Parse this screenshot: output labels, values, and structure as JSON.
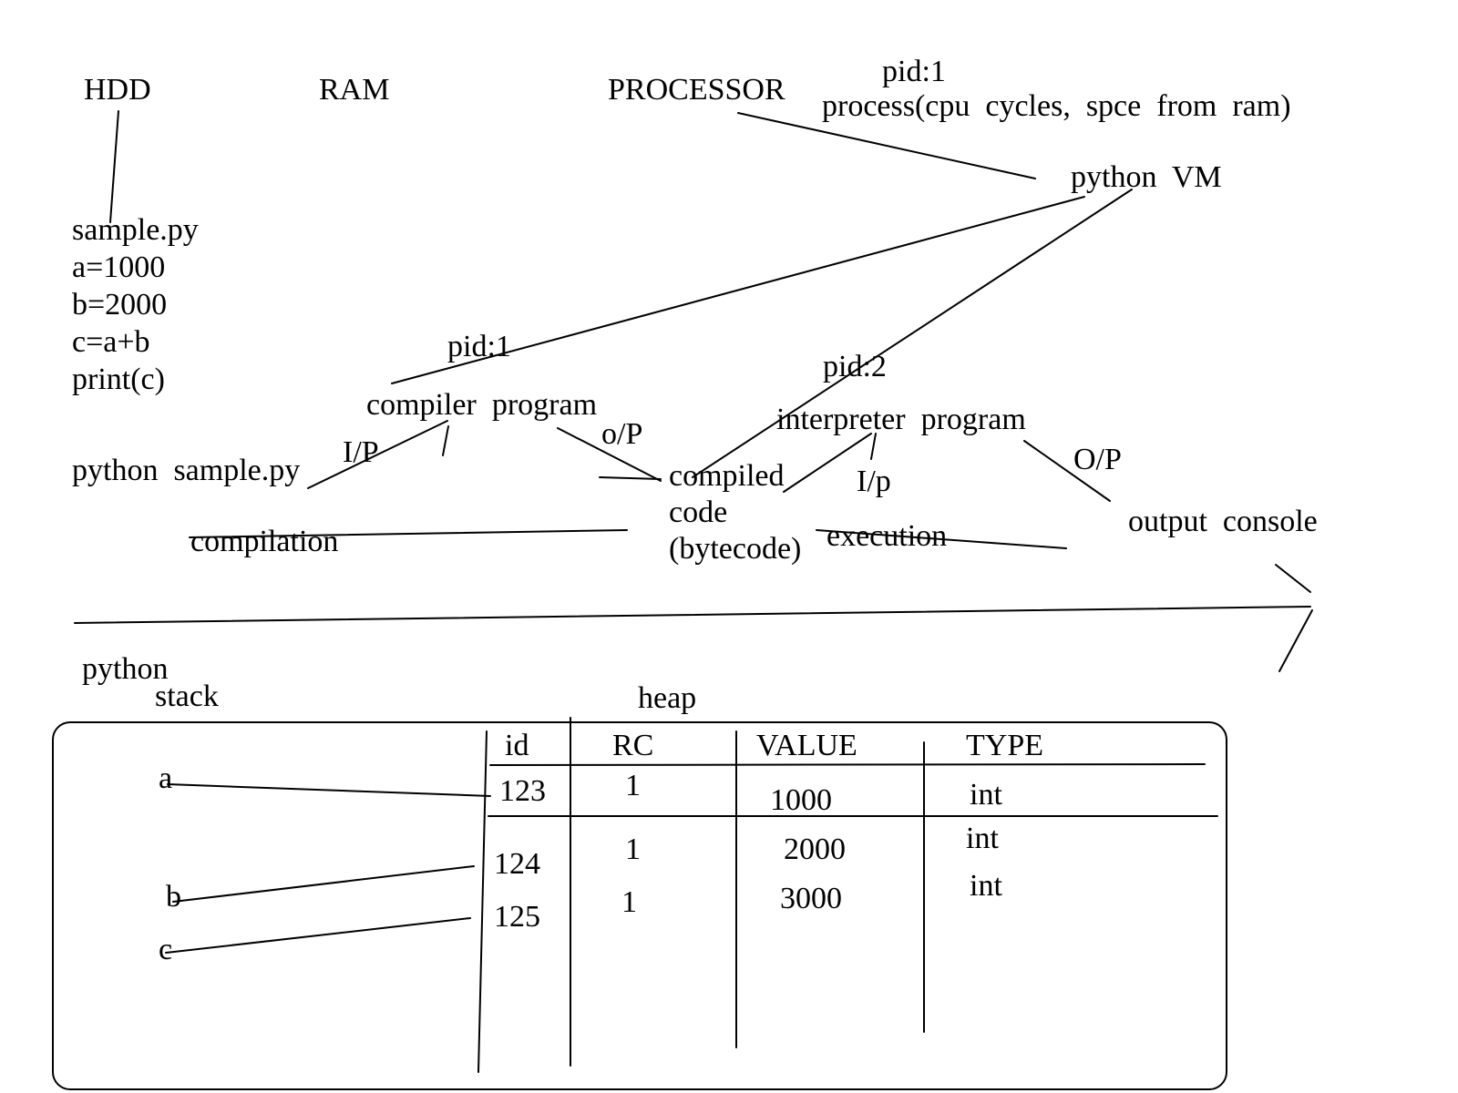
{
  "hardware": {
    "hdd": "HDD",
    "ram": "RAM",
    "processor": "PROCESSOR"
  },
  "process_note": {
    "pid": "pid:1",
    "desc": "process(cpu  cycles,  spce  from  ram)"
  },
  "python_vm": "python  VM",
  "source_file": {
    "name": "sample.py",
    "lines": [
      "a=1000",
      "b=2000",
      "c=a+b",
      "print(c)"
    ]
  },
  "command": "python  sample.py",
  "compiler": {
    "pid": "pid:1",
    "label": "compiler  program",
    "input": "I/P",
    "output": "o/P"
  },
  "interpreter": {
    "pid": "pid:2",
    "label": "interpreter  program",
    "input": "I/p",
    "output": "O/P"
  },
  "compiled_code": {
    "line1": "compiled",
    "line2": "code",
    "line3": "(bytecode)"
  },
  "phases": {
    "compilation": "compilation",
    "execution": "execution"
  },
  "output_console": "output  console",
  "memory": {
    "python": "python",
    "stack": "stack",
    "heap": "heap",
    "stack_vars": [
      "a",
      "b",
      "c"
    ],
    "columns": [
      "id",
      "RC",
      "VALUE",
      "TYPE"
    ],
    "rows": [
      {
        "id": "123",
        "rc": "1",
        "value": "1000",
        "type": "int"
      },
      {
        "id": "124",
        "rc": "1",
        "value": "2000",
        "type": "int"
      },
      {
        "id": "125",
        "rc": "1",
        "value": "3000",
        "type": "int"
      }
    ]
  }
}
